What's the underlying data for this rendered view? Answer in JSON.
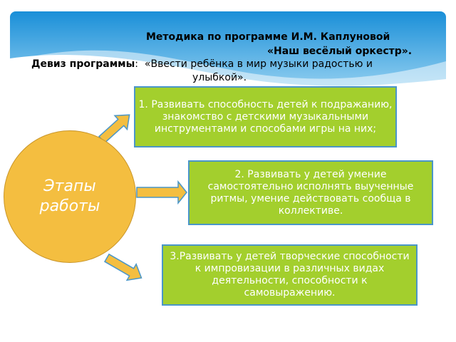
{
  "title": {
    "line1": "Методика по программе И.М. Каплуновой",
    "line2": "«Наш весёлый оркестр»."
  },
  "motto": {
    "label": "Девиз программы",
    "sep": ":  ",
    "text": "«Ввести ребёнка в мир музыки радостью и",
    "text2": "улыбкой»."
  },
  "center": {
    "label": "Этапы работы"
  },
  "stages": [
    "1. Развивать способность детей к подражанию, знакомство с детскими музыкальными инструментами и способами игры на них;",
    "2. Развивать у детей умение самостоятельно исполнять выученные ритмы, умение действовать сообща в коллективе.",
    "3.Развивать у детей творческие способности к импровизации в различных видах деятельности, способности к самовыражению."
  ],
  "colors": {
    "box": "#a3cf2d",
    "border": "#4a96c8",
    "circle": "#f4be40"
  }
}
